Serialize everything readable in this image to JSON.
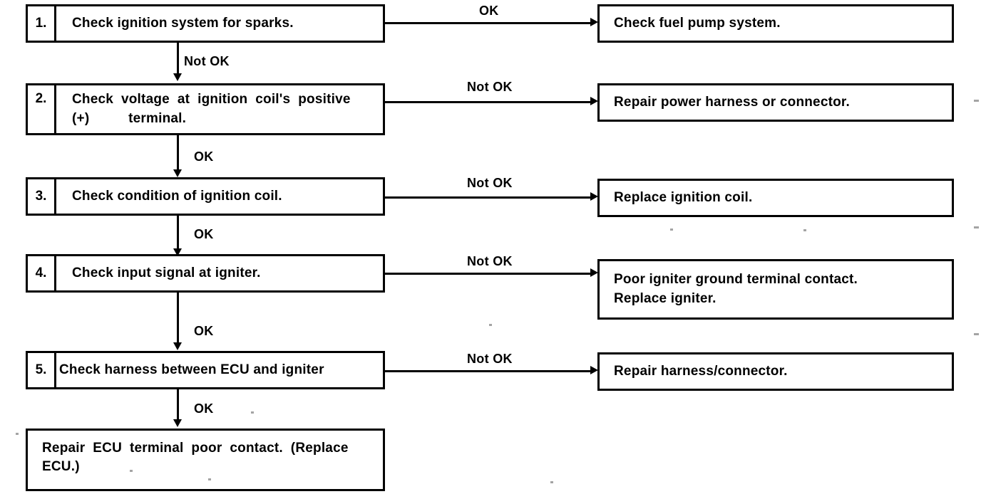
{
  "document": {
    "title": "Ignition System Troubleshooting Flowchart",
    "background_color": "#ffffff",
    "ink_color": "#000000"
  },
  "steps": [
    {
      "number": "1.",
      "lines": [
        "Check ignition system for sparks."
      ],
      "branch_label": "OK",
      "result_lines": [
        "Check fuel pump system."
      ],
      "next_label": "Not OK"
    },
    {
      "number": "2.",
      "lines": [
        "Check  voltage  at  ignition  coil's  positive",
        "(+)          terminal."
      ],
      "branch_label": "Not OK",
      "result_lines": [
        "Repair power harness or connector."
      ],
      "next_label": "OK"
    },
    {
      "number": "3.",
      "lines": [
        "Check condition of ignition coil."
      ],
      "branch_label": "Not OK",
      "result_lines": [
        "Replace ignition coil."
      ],
      "next_label": "OK"
    },
    {
      "number": "4.",
      "lines": [
        "Check input signal at igniter."
      ],
      "branch_label": "Not OK",
      "result_lines": [
        "Poor igniter ground terminal contact.",
        "Replace igniter."
      ],
      "next_label": "OK"
    },
    {
      "number": "5.",
      "lines": [
        "Check harness between ECU and igniter"
      ],
      "branch_label": "Not OK",
      "result_lines": [
        "Repair harness/connector."
      ],
      "next_label": "OK"
    }
  ],
  "terminal": {
    "lines": [
      "Repair  ECU  terminal  poor  contact.  (Replace",
      "ECU.)"
    ]
  }
}
